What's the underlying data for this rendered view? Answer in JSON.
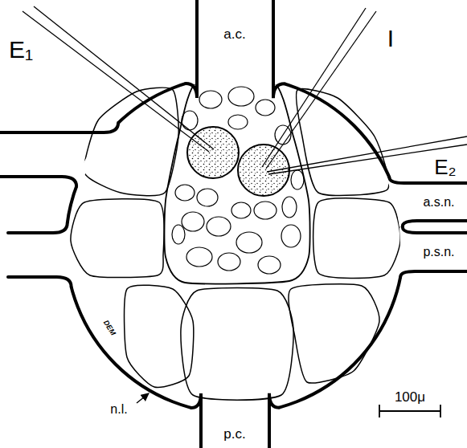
{
  "diagram": {
    "labels": [
      "E₁",
      "I",
      "E₂",
      "a.c.",
      "a.s.n.",
      "p.s.n.",
      "p.c.",
      "n.l.",
      "DEM",
      "100μ"
    ]
  }
}
